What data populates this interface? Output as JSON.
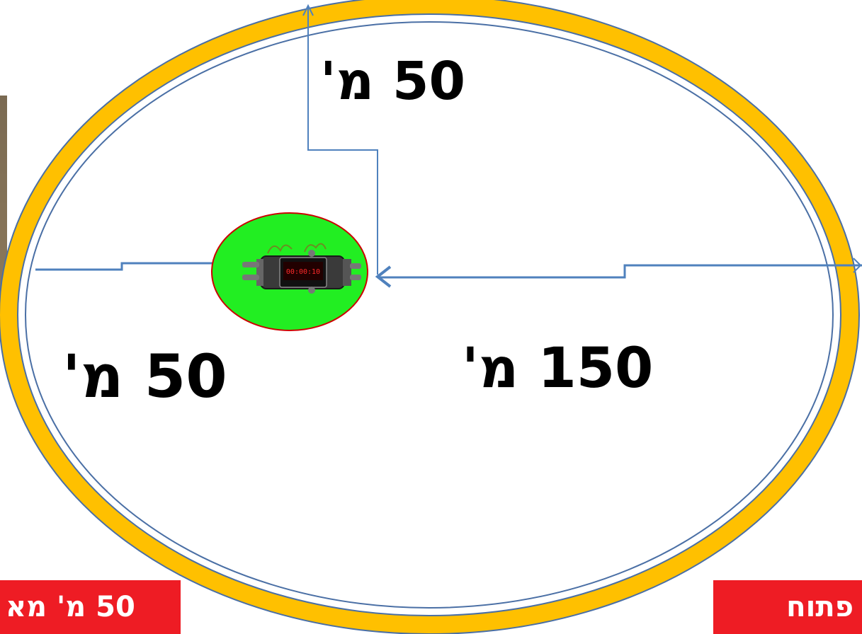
{
  "labels": {
    "top_distance": "50 מ'",
    "left_distance": "50 מ'",
    "right_distance": "150 מ'"
  },
  "badges": {
    "left_text": "50 מ' מא",
    "right_text": "פתוח"
  },
  "device": {
    "timer_display": "00:00:10"
  },
  "colors": {
    "ring": "#ffc000",
    "ring_outline": "#4a6fa5",
    "arrows": "#4f81bd",
    "device_zone": "#22ee22",
    "device_zone_outline": "#cc0000",
    "badge": "#ee1c24",
    "side_panel": "#8b7355"
  },
  "icons": {
    "device": "timer-bomb-icon"
  }
}
